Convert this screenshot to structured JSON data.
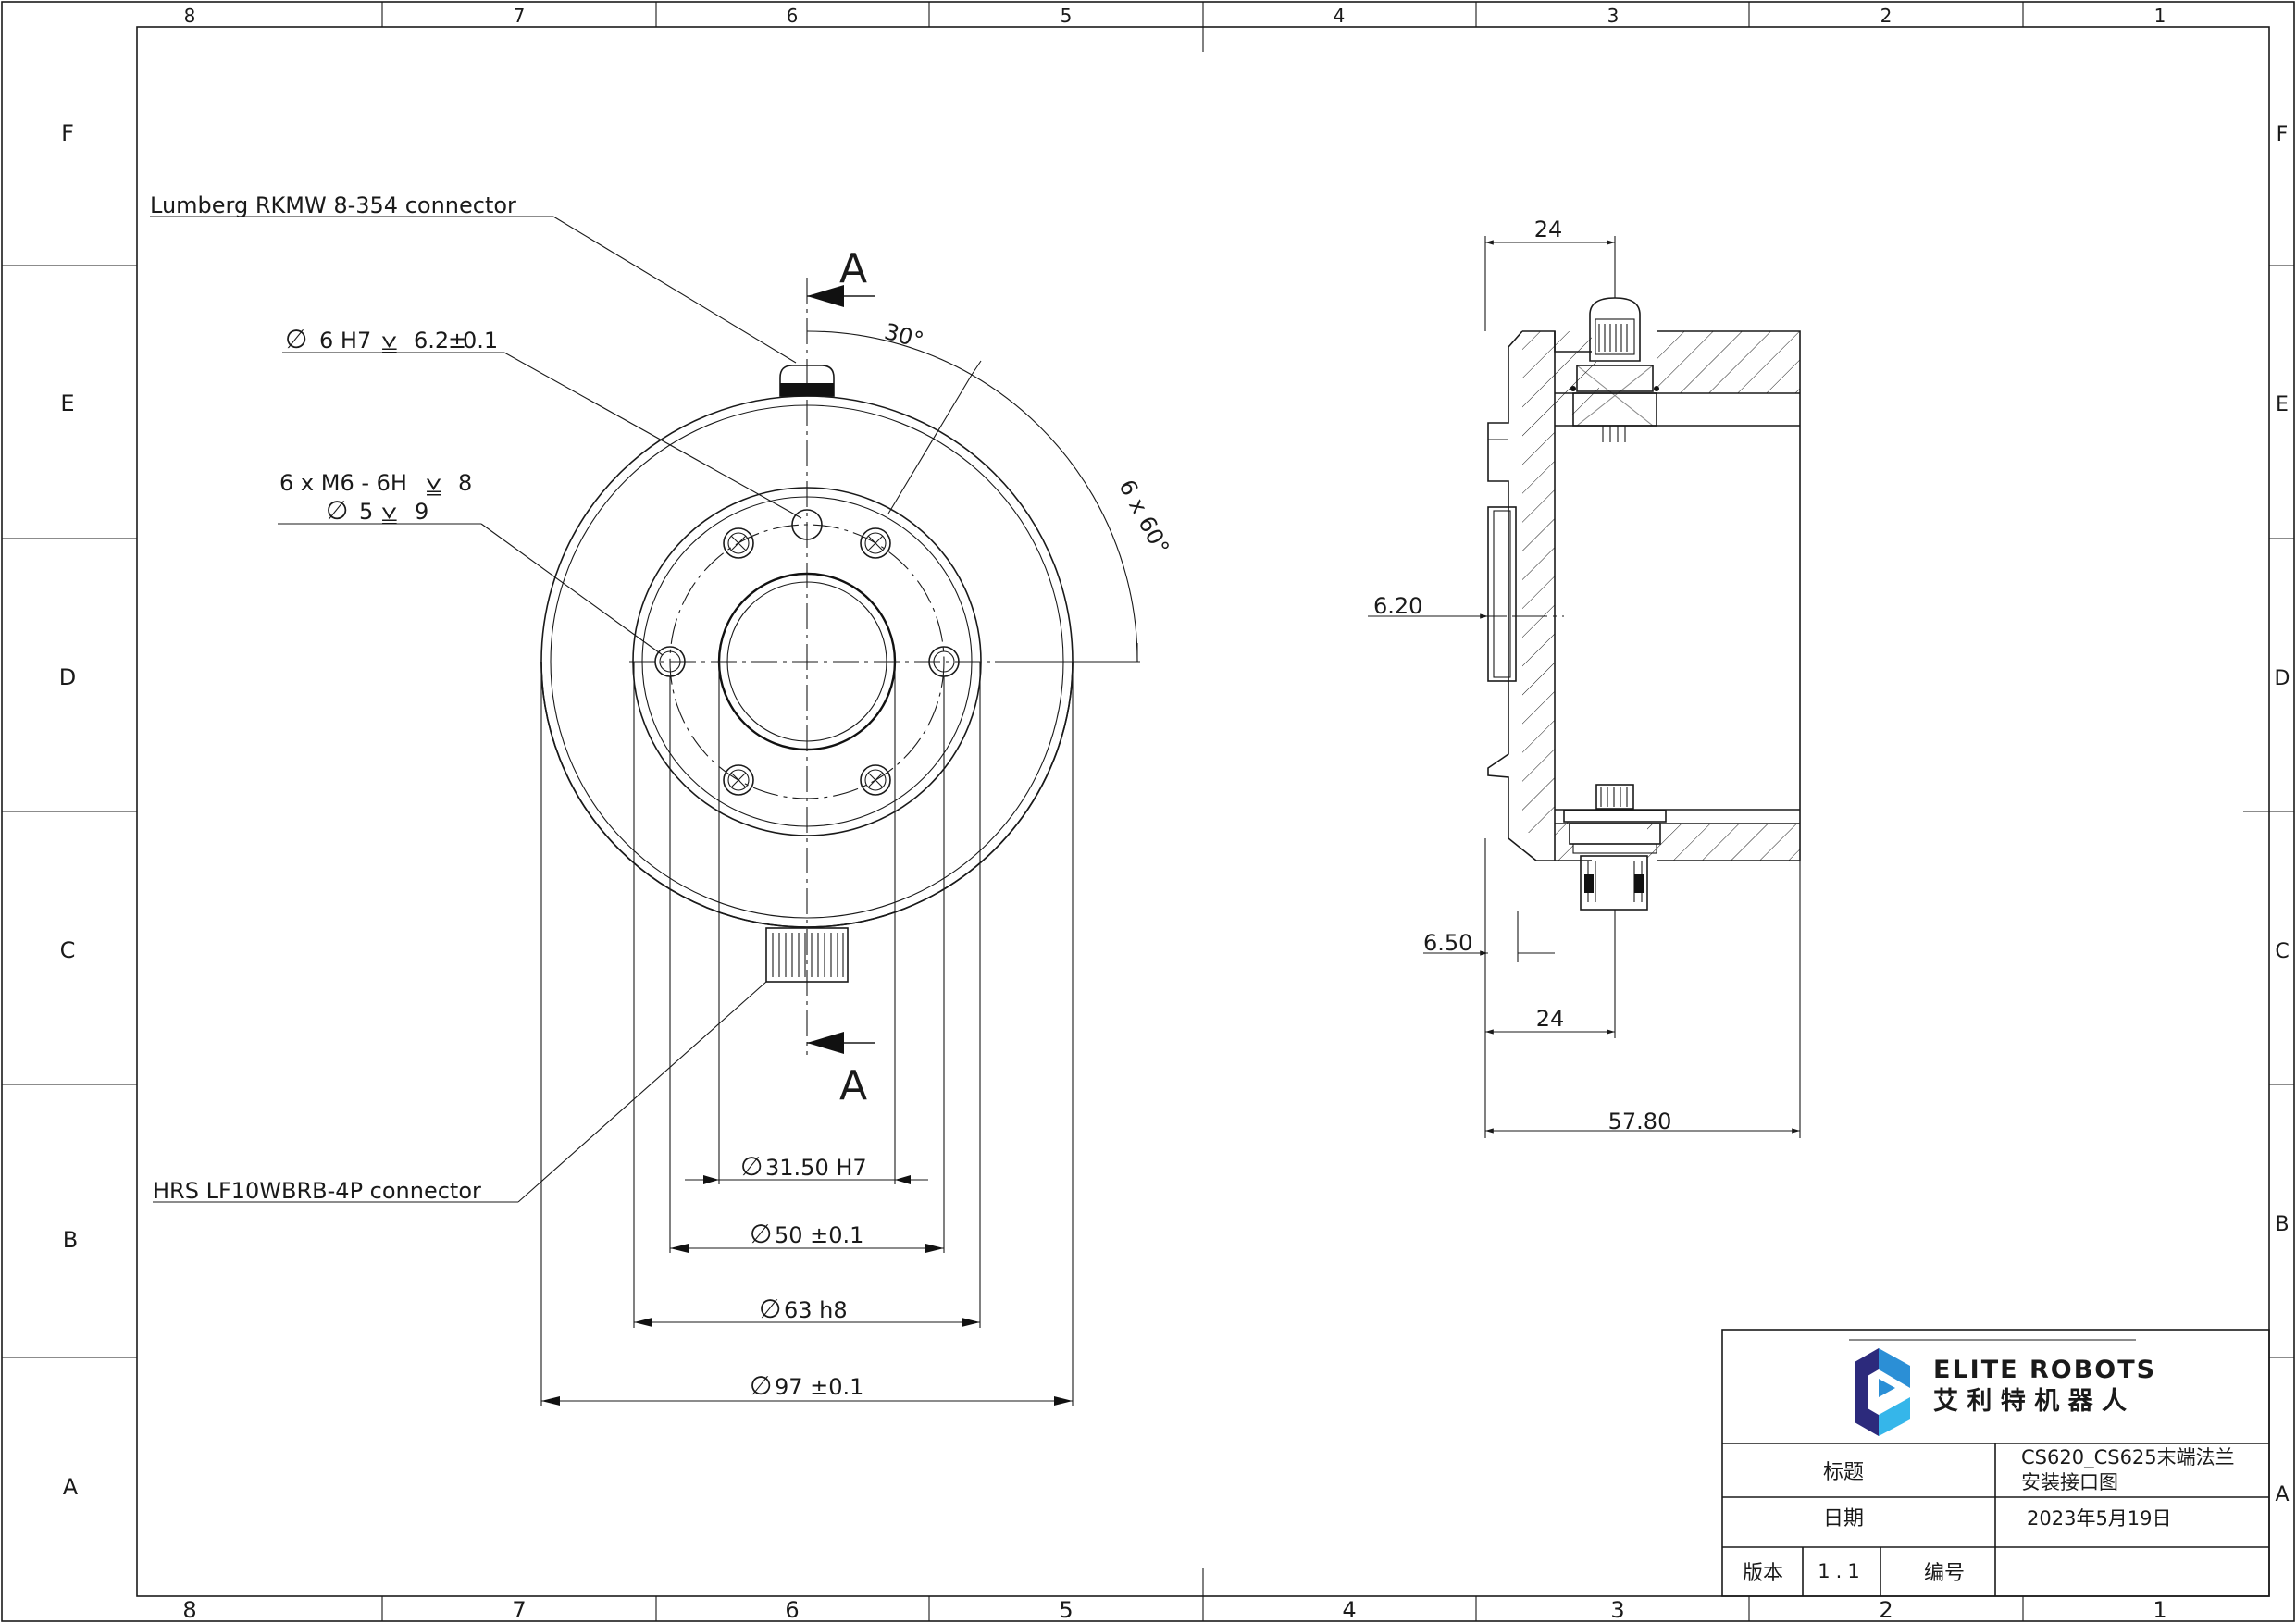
{
  "border": {
    "columns": [
      "8",
      "7",
      "6",
      "5",
      "4",
      "3",
      "2",
      "1"
    ],
    "rows": [
      "F",
      "E",
      "D",
      "C",
      "B",
      "A"
    ]
  },
  "front_view": {
    "callouts": {
      "lumberg": "Lumberg RKMW 8-354 connector",
      "hrs": "HRS LF10WBRB-4P  connector",
      "pin_hole": "6 H7 ",
      "pin_hole_depth": "6.2",
      "pin_hole_tol": "0.1",
      "thread_line1_a": "6 x  M6 - 6H ",
      "thread_line1_b": "8",
      "thread_line2_a": "5 ",
      "thread_line2_b": "9"
    },
    "section_mark": "A",
    "angles": {
      "start": "30°",
      "pattern": "6 x 60°"
    },
    "diameters": {
      "d31": "31.50 H7",
      "d50": "50 ±0.1",
      "d63": "63 h8",
      "d97": "97 ±0.1"
    }
  },
  "section_view": {
    "dims": {
      "top_width": "24",
      "bottom_width": "24",
      "recess": "6.20",
      "flange": "6.50",
      "length": "57.80"
    }
  },
  "title_block": {
    "company_en": "ELITE ROBOTS",
    "company_cn": "艾 利 特 机 器 人",
    "title_label": "标题",
    "title_value_line1": "CS620_CS625末端法兰",
    "title_value_line2": "安装接口图",
    "date_label": "日期",
    "date_value": "2023年5月19日",
    "version_label": "版本",
    "version_value": "1.1",
    "number_label": "编号",
    "number_value": "",
    "logo_colors": [
      "#2c2a7c",
      "#2b8fd6",
      "#35b6ea"
    ]
  }
}
